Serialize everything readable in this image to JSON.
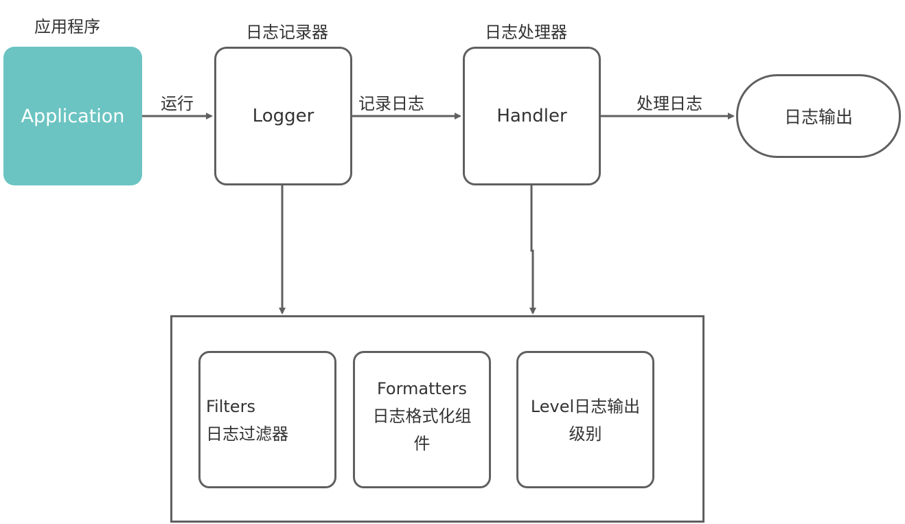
{
  "colors": {
    "app_fill": "#6bc4c2",
    "stroke": "#5f5f5f",
    "text": "#333333"
  },
  "application": {
    "caption": "应用程序",
    "label": "Application"
  },
  "logger": {
    "caption": "日志记录器",
    "label": "Logger"
  },
  "handler": {
    "caption": "日志处理器",
    "label": "Handler"
  },
  "output": {
    "label": "日志输出"
  },
  "edges": {
    "run": "运行",
    "record": "记录日志",
    "process": "处理日志"
  },
  "components": {
    "filters": {
      "line1": "Filters",
      "line2": "日志过滤器"
    },
    "formatters": {
      "line1": "Formatters",
      "line2": "日志格式化组",
      "line3": "件"
    },
    "level": {
      "line1": "Level日志输出",
      "line2": "级别"
    }
  }
}
